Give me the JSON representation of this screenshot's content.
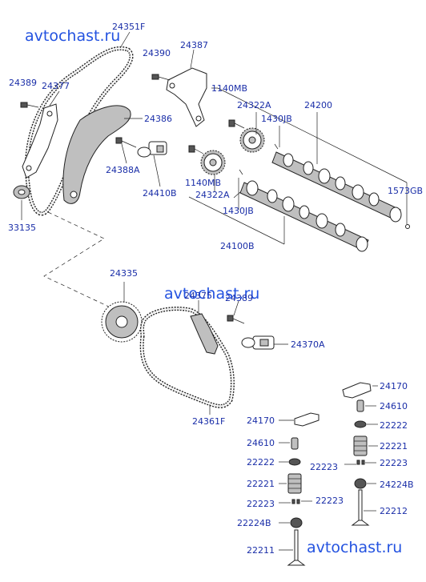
{
  "watermarks": [
    "avtochast.ru",
    "avtochast.ru",
    "avtochast.ru"
  ],
  "parts": [
    "24351F",
    "24390",
    "24387",
    "24389",
    "24377",
    "1140MB",
    "24322A",
    "24200",
    "1430JB",
    "24386",
    "24388A",
    "24410B",
    "1140MB",
    "24322A",
    "1573GB",
    "1430JB",
    "33135",
    "24100B",
    "24335",
    "24375",
    "24389",
    "24370A",
    "24361F",
    "24170",
    "24610",
    "22222",
    "24170",
    "22221",
    "24610",
    "22222",
    "22223",
    "22223",
    "22221",
    "24224B",
    "22223",
    "22223",
    "22212",
    "22224B",
    "22211"
  ]
}
